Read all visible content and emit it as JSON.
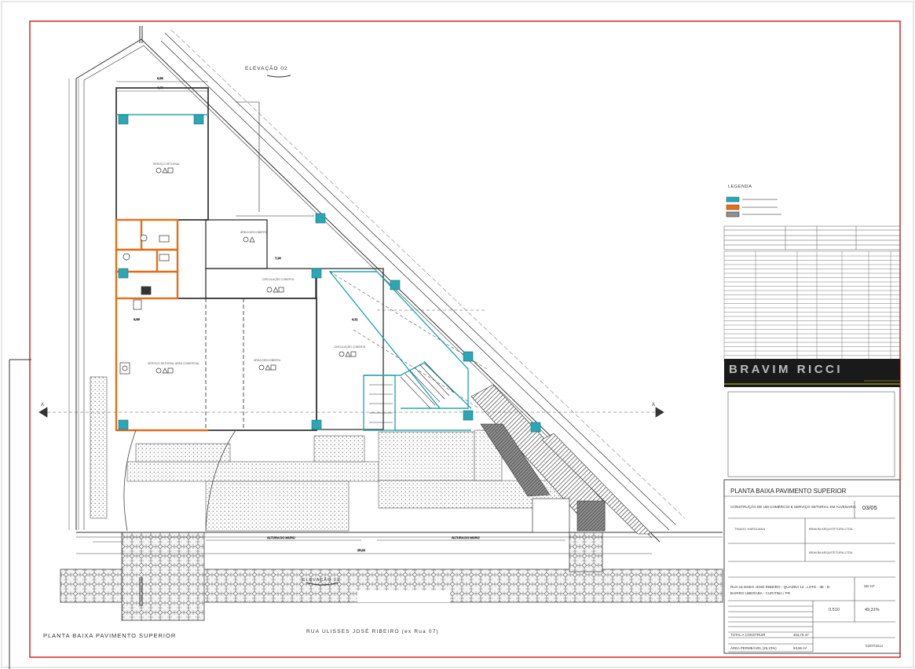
{
  "drawing": {
    "elevation_label": "ELEVAÇÃO 02",
    "elevation_bottom_label": "ELEVAÇÃO 01",
    "street_label": "RUA ULISSES JOSÉ RIBEIRO (ex Rua 07)",
    "plan_title": "PLANTA BAIXA PAVIMENTO SUPERIOR",
    "section_mark": "A"
  },
  "legend": {
    "title": "LEGENDA"
  },
  "title_block": {
    "logo_text": "BRAVIM RICCI",
    "sheet_title": "PLANTA BAIXA PAVIMENTO SUPERIOR",
    "project_description": "CONSTRUÇÃO DE UM COMÉRCIO E SERVIÇO SETORIAL EM ALVENARIA",
    "sheet_number": "03/05",
    "owner": "THIAGO HARGUANA",
    "firm": "BRAVIM ARQUITETURA LTDA.",
    "firm_repeat": "BRAVIM ARQUITETURA LTDA.",
    "address_line1": "RUA ULISSES JOSÉ RIBEIRO - QUADRA 12 , LOTE - 3E - B",
    "address_line2": "BAIRRO UBERABA - CURITIBA / PR",
    "zone": "SE-CF",
    "coefficient": "0,510",
    "occupancy": "49,31%",
    "total_area_label": "TOTAL A CONSTRUIR",
    "total_area_value": "453,78 m²",
    "permeable_label": "ÁREA PERMEÁVEL (25,23%)",
    "permeable_value": "93,86 m²",
    "date": "03/07/2014"
  },
  "colors": {
    "frame_red": "#d01818",
    "teal": "#2aa7b4",
    "orange": "#e2701a",
    "line": "#222222"
  }
}
